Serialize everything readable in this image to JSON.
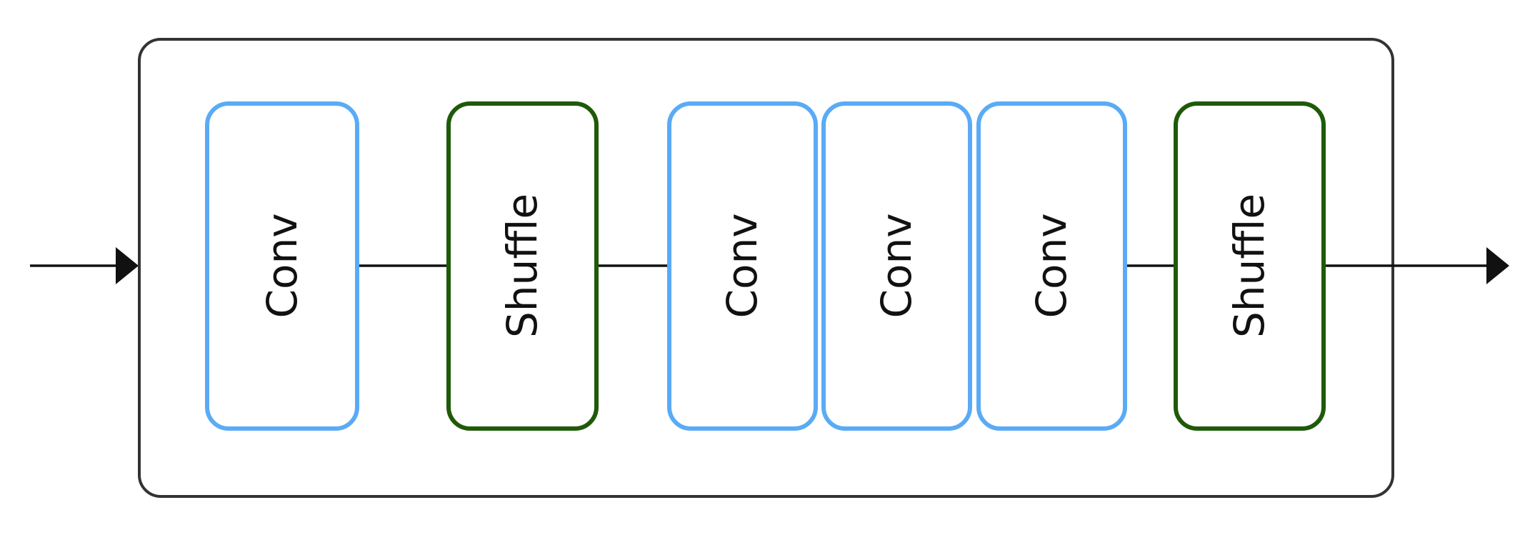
{
  "diagram": {
    "blocks": [
      {
        "label": "Conv",
        "kind": "conv"
      },
      {
        "label": "Shuffle",
        "kind": "shuffle"
      },
      {
        "label": "Conv",
        "kind": "conv"
      },
      {
        "label": "Conv",
        "kind": "conv"
      },
      {
        "label": "Conv",
        "kind": "conv"
      },
      {
        "label": "Shuffle",
        "kind": "shuffle"
      }
    ],
    "colors": {
      "conv_border": "#5aabf5",
      "shuffle_border": "#1e5a08",
      "frame_border": "#333333",
      "line": "#111111",
      "background": "#ffffff"
    }
  }
}
